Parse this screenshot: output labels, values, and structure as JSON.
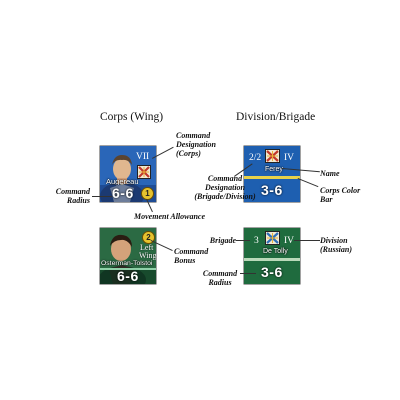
{
  "headings": {
    "corps": "Corps (Wing)",
    "division": "Division/Brigade"
  },
  "counters": {
    "augereau": {
      "designation": "VII",
      "name": "Augereau",
      "factors": "6-6",
      "movement": "1",
      "colors": {
        "background": "#1e5fb0",
        "corps_bar": "#7a9bd8"
      }
    },
    "osterman": {
      "bonus": "2",
      "wing_line1": "Left",
      "wing_line2": "Wing",
      "name": "Osterman-Tolstoi",
      "factors": "6-6",
      "colors": {
        "background": "#1f6b3e",
        "corps_bar": "#8fd0a8"
      }
    },
    "ferey": {
      "designation": "2/2",
      "corps": "IV",
      "name": "Ferey",
      "factors": "3-6",
      "colors": {
        "background": "#1e5fb0",
        "corps_bar": "#e7d24a"
      }
    },
    "detolly": {
      "brigade": "3",
      "division": "IV",
      "name": "De Tolly",
      "factors": "3-6",
      "colors": {
        "background": "#1f6b3e",
        "corps_bar": "#b9d9b9"
      }
    }
  },
  "captions": {
    "command_designation_corps": [
      "Command",
      "Designation",
      "(Corps)"
    ],
    "command_radius_left": [
      "Command",
      "Radius"
    ],
    "movement_allowance": [
      "Movement Allowance"
    ],
    "command_bonus": [
      "Command",
      "Bonus"
    ],
    "command_designation_brigade": [
      "Command",
      "Designation",
      "(Brigade/Division)"
    ],
    "name": [
      "Name"
    ],
    "corps_color_bar": [
      "Corps Color",
      "Bar"
    ],
    "brigade": [
      "Brigade"
    ],
    "division_russian": [
      "Division",
      "(Russian)"
    ],
    "command_radius_right": [
      "Command",
      "Radius"
    ]
  }
}
